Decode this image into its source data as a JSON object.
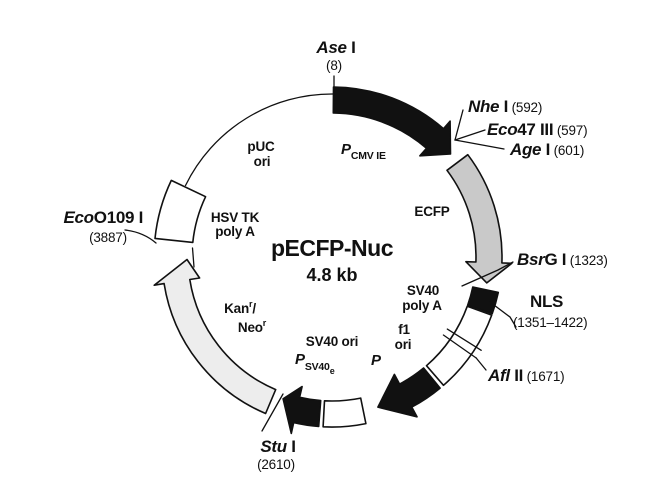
{
  "diagram": {
    "title": "pECFP-Nuc",
    "size": "4.8 kb"
  },
  "sites": {
    "ase": {
      "it": "Ase",
      "ro": " I",
      "pos": "(8)"
    },
    "nhe": {
      "it": "Nhe",
      "ro": " I",
      "pos": " (592)"
    },
    "eco47": {
      "it": "Eco",
      "ro": "47 III",
      "pos": " (597)"
    },
    "age": {
      "it": "Age",
      "ro": " I",
      "pos": " (601)"
    },
    "bsrg": {
      "it": "Bsr",
      "ro": "G I",
      "pos": " (1323)"
    },
    "afl": {
      "it": "Afl",
      "ro": " II",
      "pos": " (1671)"
    },
    "stu": {
      "it": "Stu",
      "ro": " I",
      "pos": "(2610)"
    },
    "eco0109": {
      "it": "Eco",
      "ro": "O109 I",
      "pos": "(3887)"
    }
  },
  "features": {
    "nls": {
      "name": "NLS",
      "pos": "(1351–1422)"
    },
    "pcmv": {
      "p": "P",
      "sub": "CMV IE"
    },
    "ecfp": "ECFP",
    "puc": {
      "l1": "pUC",
      "l2": "ori"
    },
    "sv40polya": {
      "l1": "SV40",
      "l2": "poly A"
    },
    "f1": {
      "l1": "f1",
      "l2": "ori"
    },
    "sv40ori": "SV40 ori",
    "psv40e": {
      "p": "P",
      "sub": "SV40",
      "sub2": "e"
    },
    "p": "P",
    "kanneo": {
      "l1a": "Kan",
      "l1sup": "r",
      "l1b": "/",
      "l2a": "Neo",
      "l2sup": "r"
    },
    "hsvtk": {
      "l1": "HSV TK",
      "l2": "poly A"
    }
  },
  "colors": {
    "ink": "#111111",
    "ecfp_fill": "#c9c9c9",
    "kanneo_fill": "#ededed",
    "white": "#ffffff"
  }
}
